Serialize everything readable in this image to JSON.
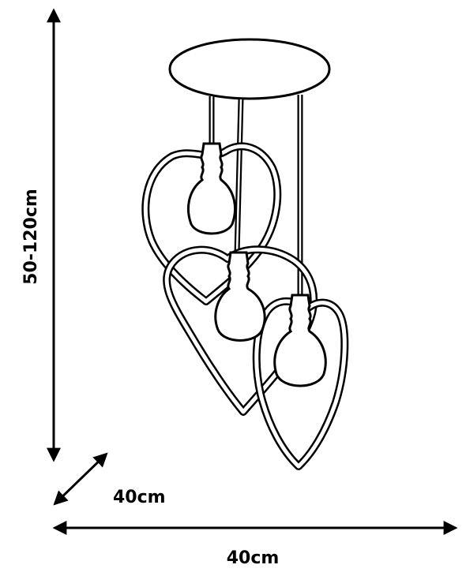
{
  "dimensions": {
    "height_label": "50-120cm",
    "depth_label": "40cm",
    "width_label": "40cm"
  }
}
